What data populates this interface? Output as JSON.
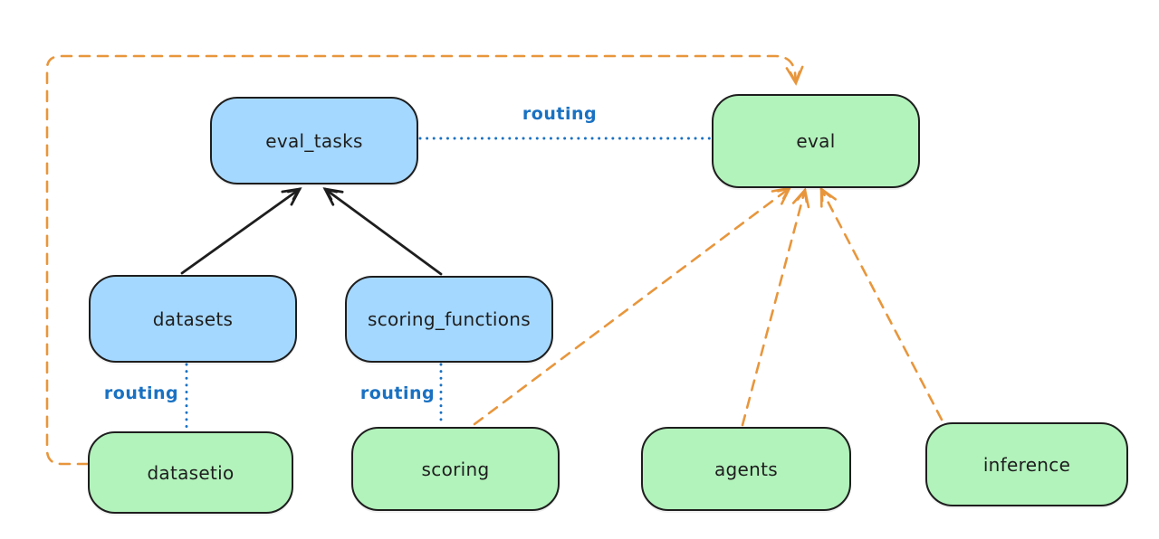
{
  "colors": {
    "api_fill": "#a5d8ff",
    "provider_fill": "#b2f2bb",
    "stroke": "#1e1e1e",
    "routing_line": "#1971c2",
    "provider_arrow": "#e8963c",
    "background": "#ffffff"
  },
  "nodes": [
    {
      "id": "eval_tasks",
      "label": "eval_tasks",
      "color": "blue"
    },
    {
      "id": "eval",
      "label": "eval",
      "color": "green"
    },
    {
      "id": "datasets",
      "label": "datasets",
      "color": "blue"
    },
    {
      "id": "scoring_functions",
      "label": "scoring_functions",
      "color": "blue"
    },
    {
      "id": "datasetio",
      "label": "datasetio",
      "color": "green"
    },
    {
      "id": "scoring",
      "label": "scoring",
      "color": "green"
    },
    {
      "id": "agents",
      "label": "agents",
      "color": "green"
    },
    {
      "id": "inference",
      "label": "inference",
      "color": "green"
    }
  ],
  "edges": [
    {
      "from": "datasets",
      "to": "eval_tasks",
      "style": "solid",
      "color": "black",
      "arrow": true,
      "label": ""
    },
    {
      "from": "scoring_functions",
      "to": "eval_tasks",
      "style": "solid",
      "color": "black",
      "arrow": true,
      "label": ""
    },
    {
      "from": "eval_tasks",
      "to": "eval",
      "style": "dotted",
      "color": "blue",
      "arrow": false,
      "label": "routing"
    },
    {
      "from": "datasets",
      "to": "datasetio",
      "style": "dotted",
      "color": "blue",
      "arrow": false,
      "label": "routing"
    },
    {
      "from": "scoring_functions",
      "to": "scoring",
      "style": "dotted",
      "color": "blue",
      "arrow": false,
      "label": "routing"
    },
    {
      "from": "datasetio",
      "to": "eval",
      "style": "dashed",
      "color": "orange",
      "arrow": true,
      "label": ""
    },
    {
      "from": "scoring",
      "to": "eval",
      "style": "dashed",
      "color": "orange",
      "arrow": true,
      "label": ""
    },
    {
      "from": "agents",
      "to": "eval",
      "style": "dashed",
      "color": "orange",
      "arrow": true,
      "label": ""
    },
    {
      "from": "inference",
      "to": "eval",
      "style": "dashed",
      "color": "orange",
      "arrow": true,
      "label": ""
    }
  ]
}
